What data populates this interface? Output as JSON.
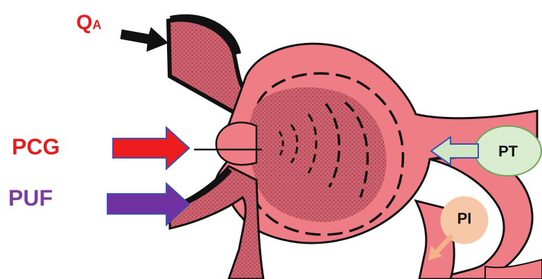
{
  "labels": {
    "qa_main": "Q",
    "qa_sub": "A",
    "pcg": "PCG",
    "puf": "PUF",
    "pt": "PT",
    "pi": "PI"
  },
  "colors": {
    "qa": "#e41e1e",
    "pcg": "#e41e1e",
    "puf": "#7a3e9d",
    "pt_bubble": "#d9ecd0",
    "pi_bubble": "#f6c8a8",
    "tubule": "#ee7d86",
    "glomerulus": "#c85a66",
    "arrow_black": "#111111",
    "arrow_red": "#ee1c1c",
    "arrow_purple": "#7030a0"
  },
  "icons": [
    "black-arrow-icon",
    "red-arrow-icon",
    "purple-arrow-icon",
    "green-arrow-icon",
    "peach-arrow-icon"
  ]
}
